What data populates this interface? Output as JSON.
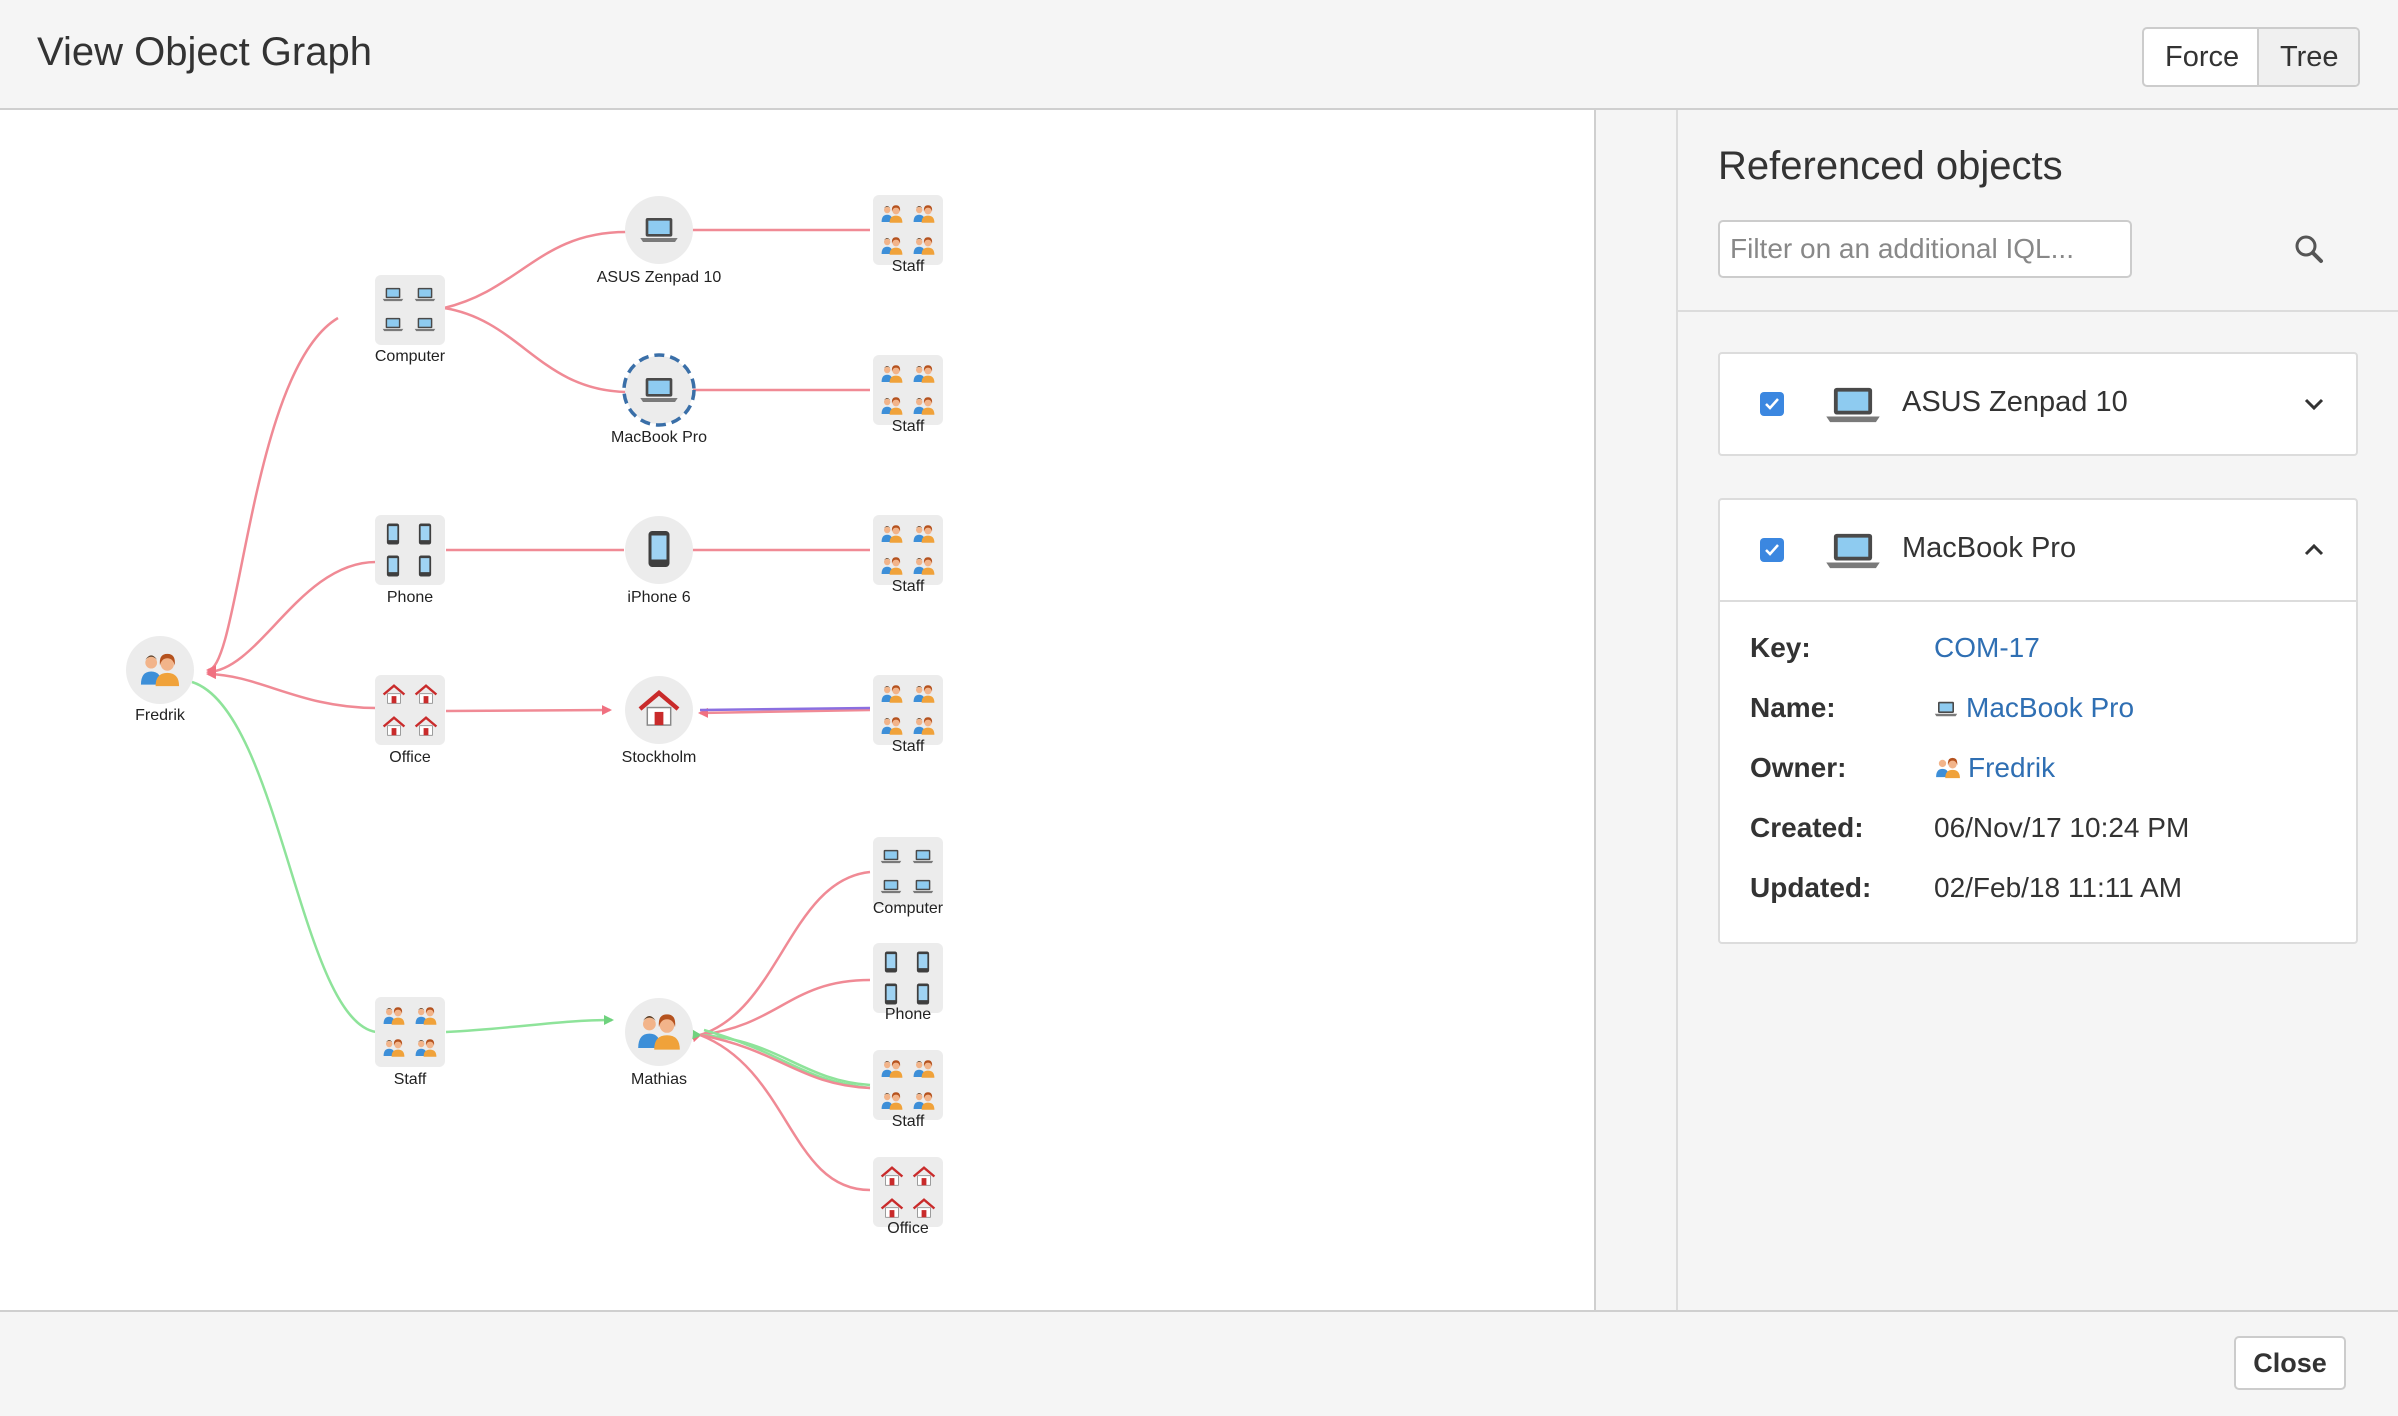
{
  "header": {
    "title": "View Object Graph",
    "force_label": "Force",
    "tree_label": "Tree"
  },
  "graph": {
    "nodes": {
      "fredrik": "Fredrik",
      "computer": "Computer",
      "phone": "Phone",
      "office": "Office",
      "staff": "Staff",
      "asus": "ASUS Zenpad 10",
      "macbook": "MacBook Pro",
      "iphone": "iPhone 6",
      "stockholm": "Stockholm",
      "mathias": "Mathias",
      "staff_asus": "Staff",
      "staff_macbook": "Staff",
      "staff_iphone": "Staff",
      "staff_stockholm": "Staff",
      "m_computer": "Computer",
      "m_phone": "Phone",
      "m_staff": "Staff",
      "m_office": "Office"
    },
    "colors": {
      "reference": "#f08a95",
      "inbound": "#8ee39a",
      "purple": "#8b6fe0",
      "node_bg": "#ececec"
    }
  },
  "panel": {
    "title": "Referenced objects",
    "filter_placeholder": "Filter on an additional IQL...",
    "search_icon": "magnifier-icon",
    "cards": [
      {
        "name": "ASUS Zenpad 10",
        "checked": true,
        "expanded": false
      },
      {
        "name": "MacBook Pro",
        "checked": true,
        "expanded": true,
        "fields": {
          "key_label": "Key:",
          "key_value": "COM-17",
          "name_label": "Name:",
          "name_value": "MacBook Pro",
          "owner_label": "Owner:",
          "owner_value": "Fredrik",
          "created_label": "Created:",
          "created_value": "06/Nov/17 10:24 PM",
          "updated_label": "Updated:",
          "updated_value": "02/Feb/18 11:11 AM"
        }
      }
    ]
  },
  "footer": {
    "close_label": "Close"
  }
}
